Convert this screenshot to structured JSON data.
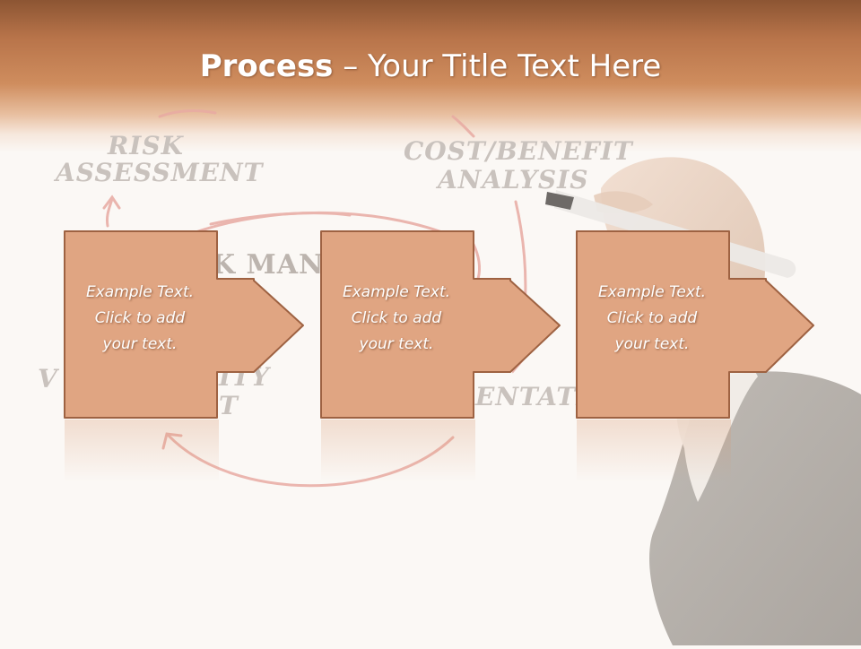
{
  "slide": {
    "title_bold": "Process",
    "title_rest": " – Your Title Text Here"
  },
  "background_sketch": {
    "labels": [
      "RISK",
      "ASSESSMENT",
      "COST/BENEFIT",
      "ANALYSIS",
      "K MAN",
      "V",
      "ITY",
      "T",
      "ENTATIO"
    ]
  },
  "steps": [
    {
      "line1": "Example Text.",
      "line2": "Click  to add",
      "line3": "your text."
    },
    {
      "line1": "Example Text.",
      "line2": "Click  to add",
      "line3": "your text."
    },
    {
      "line1": "Example Text.",
      "line2": "Click  to add",
      "line3": "your text."
    }
  ],
  "colors": {
    "header_dark": "#8c5533",
    "header_light": "#cf8d5e",
    "box_fill": "#e0a582",
    "box_stroke": "#9e6242",
    "sketch_red": "#e49a92",
    "sketch_gray": "#c9c2bd"
  }
}
